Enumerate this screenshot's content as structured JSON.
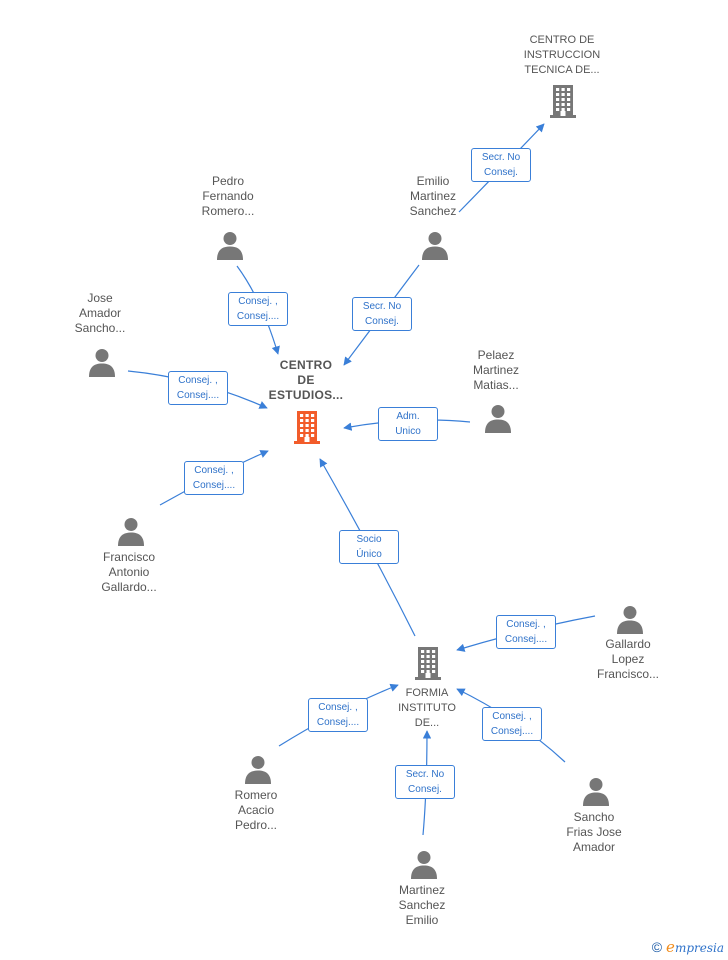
{
  "colors": {
    "edge": "#3a7fd8",
    "person": "#777777",
    "company": "#777777",
    "main_company": "#f25c2a"
  },
  "nodes": [
    {
      "id": "centro_estudios",
      "type": "main",
      "label": [
        "CENTRO",
        "DE",
        "ESTUDIOS..."
      ]
    },
    {
      "id": "centro_instruccion",
      "type": "company",
      "label": [
        "CENTRO DE",
        "INSTRUCCION",
        "TECNICA DE..."
      ]
    },
    {
      "id": "formia",
      "type": "company",
      "label": [
        "FORMIA",
        "INSTITUTO",
        "DE..."
      ]
    },
    {
      "id": "pedro_fernando",
      "type": "person",
      "label": [
        "Pedro",
        "Fernando",
        "Romero..."
      ]
    },
    {
      "id": "emilio_martinez",
      "type": "person",
      "label": [
        "Emilio",
        "Martinez",
        "Sanchez"
      ]
    },
    {
      "id": "jose_amador",
      "type": "person",
      "label": [
        "Jose",
        "Amador",
        "Sancho..."
      ]
    },
    {
      "id": "pelaez",
      "type": "person",
      "label": [
        "Pelaez",
        "Martinez",
        "Matias..."
      ]
    },
    {
      "id": "francisco_antonio",
      "type": "person",
      "label": [
        "Francisco",
        "Antonio",
        "Gallardo..."
      ]
    },
    {
      "id": "gallardo_lopez",
      "type": "person",
      "label": [
        "Gallardo",
        "Lopez",
        "Francisco..."
      ]
    },
    {
      "id": "romero_acacio",
      "type": "person",
      "label": [
        "Romero",
        "Acacio",
        "Pedro..."
      ]
    },
    {
      "id": "sancho_frias",
      "type": "person",
      "label": [
        "Sancho",
        "Frias Jose",
        "Amador"
      ]
    },
    {
      "id": "martinez_sanchez",
      "type": "person",
      "label": [
        "Martinez",
        "Sanchez",
        "Emilio"
      ]
    }
  ],
  "edges": [
    {
      "id": "e1",
      "from": "emilio_martinez",
      "to": "centro_instruccion",
      "label": [
        "Secr.  No",
        "Consej."
      ]
    },
    {
      "id": "e2",
      "from": "pedro_fernando",
      "to": "centro_estudios",
      "label": [
        "Consej. ,",
        "Consej...."
      ]
    },
    {
      "id": "e3",
      "from": "emilio_martinez",
      "to": "centro_estudios",
      "label": [
        "Secr.  No",
        "Consej."
      ]
    },
    {
      "id": "e4",
      "from": "jose_amador",
      "to": "centro_estudios",
      "label": [
        "Consej. ,",
        "Consej...."
      ]
    },
    {
      "id": "e5",
      "from": "pelaez",
      "to": "centro_estudios",
      "label": [
        "Adm.",
        "Unico"
      ]
    },
    {
      "id": "e6",
      "from": "francisco_antonio",
      "to": "centro_estudios",
      "label": [
        "Consej. ,",
        "Consej...."
      ]
    },
    {
      "id": "e7",
      "from": "formia",
      "to": "centro_estudios",
      "label": [
        "Socio",
        "Único"
      ]
    },
    {
      "id": "e8",
      "from": "gallardo_lopez",
      "to": "formia",
      "label": [
        "Consej. ,",
        "Consej...."
      ]
    },
    {
      "id": "e9",
      "from": "romero_acacio",
      "to": "formia",
      "label": [
        "Consej. ,",
        "Consej...."
      ]
    },
    {
      "id": "e10",
      "from": "sancho_frias",
      "to": "formia",
      "label": [
        "Consej. ,",
        "Consej...."
      ]
    },
    {
      "id": "e11",
      "from": "martinez_sanchez",
      "to": "formia",
      "label": [
        "Secr.  No",
        "Consej."
      ]
    }
  ],
  "footer": {
    "copyright": "©",
    "brand_initial": "e",
    "brand_rest": "mpresia"
  }
}
